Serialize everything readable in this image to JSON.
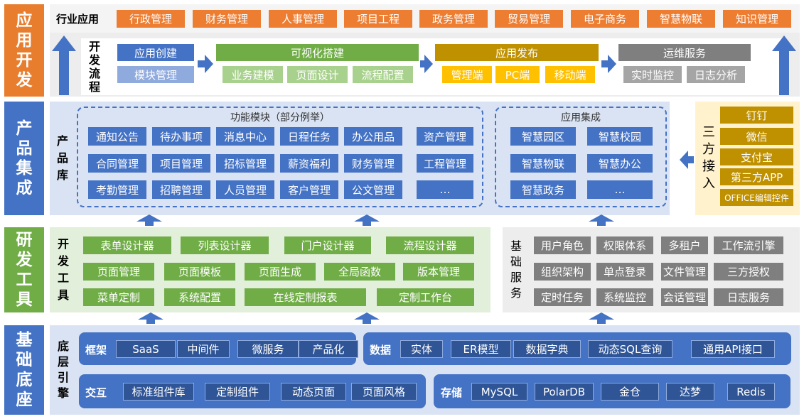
{
  "layers": {
    "app_dev": "应用开发",
    "product": "产品集成",
    "tools": "研发工具",
    "base": "基础底座"
  },
  "industry": {
    "label": "行业应用",
    "items": [
      "行政管理",
      "财务管理",
      "人事管理",
      "项目工程",
      "政务管理",
      "贸易管理",
      "电子商务",
      "智慧物联",
      "知识管理"
    ]
  },
  "dev_flow": {
    "label": "开发流程",
    "steps": [
      {
        "title": "应用创建",
        "subs": [
          "模块管理"
        ]
      },
      {
        "title": "可视化搭建",
        "subs": [
          "业务建模",
          "页面设计",
          "流程配置"
        ]
      },
      {
        "title": "应用发布",
        "subs": [
          "管理端",
          "PC端",
          "移动端"
        ]
      },
      {
        "title": "运维服务",
        "subs": [
          "实时监控",
          "日志分析"
        ]
      }
    ]
  },
  "product_lib": {
    "label": "产品库",
    "modules_title": "功能模块（部分例举）",
    "modules": [
      [
        "通知公告",
        "待办事项",
        "消息中心",
        "日程任务",
        "办公用品",
        "资产管理"
      ],
      [
        "合同管理",
        "项目管理",
        "招标管理",
        "薪资福利",
        "财务管理",
        "工程管理"
      ],
      [
        "考勤管理",
        "招聘管理",
        "人员管理",
        "客户管理",
        "公文管理",
        "…"
      ]
    ],
    "integration_title": "应用集成",
    "integration": [
      [
        "智慧园区",
        "智慧校园"
      ],
      [
        "智慧物联",
        "智慧办公"
      ],
      [
        "智慧政务",
        "…"
      ]
    ]
  },
  "third_party": {
    "label": "三方接入",
    "items": [
      "钉钉",
      "微信",
      "支付宝",
      "第三方APP",
      "OFFICE编辑控件"
    ]
  },
  "dev_tools": {
    "label": "开发工具",
    "rows": [
      [
        "表单设计器",
        "列表设计器",
        "门户设计器",
        "流程设计器"
      ],
      [
        "页面管理",
        "页面模板",
        "页面生成",
        "全局函数",
        "版本管理"
      ],
      [
        "菜单定制",
        "系统配置",
        "在线定制报表",
        "定制工作台"
      ]
    ]
  },
  "base_services": {
    "label": "基础服务",
    "rows": [
      [
        "用户角色",
        "权限体系",
        "多租户",
        "工作流引擎"
      ],
      [
        "组织架构",
        "单点登录",
        "文件管理",
        "三方授权"
      ],
      [
        "定时任务",
        "系统监控",
        "会话管理",
        "日志服务"
      ]
    ]
  },
  "engine": {
    "label": "底层引擎",
    "groups": [
      {
        "label": "框架",
        "items": [
          "SaaS",
          "中间件",
          "微服务",
          "产品化"
        ]
      },
      {
        "label": "数据",
        "items": [
          "实体",
          "ER模型",
          "数据字典",
          "动态SQL查询",
          "通用API接口"
        ]
      },
      {
        "label": "交互",
        "items": [
          "标准组件库",
          "定制组件",
          "动态页面",
          "页面风格"
        ]
      },
      {
        "label": "存储",
        "items": [
          "MySQL",
          "PolarDB",
          "金仓",
          "达梦",
          "Redis"
        ]
      }
    ]
  },
  "colors": {
    "app_dev": "#E87D2E",
    "product": "#4472C4",
    "tools": "#70AD47",
    "base": "#4472C4",
    "arrow": "#4472C4"
  }
}
